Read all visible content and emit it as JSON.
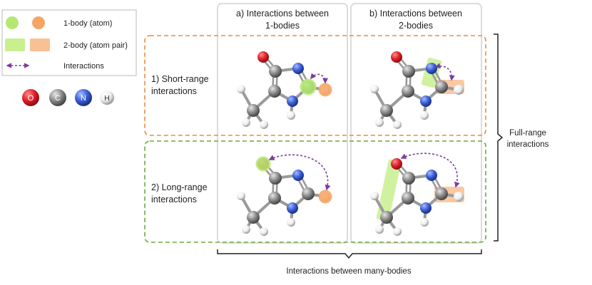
{
  "legend": {
    "one_body": "1-body (atom)",
    "two_body": "2-body (atom pair)",
    "interactions": "Interactions",
    "colors": {
      "green": "#b4e873",
      "orange": "#f7a564",
      "green_pair": "#c8f08f",
      "orange_pair": "#f9c094",
      "arrow": "#7b3f9e"
    }
  },
  "elements": {
    "oxygen": {
      "symbol": "O",
      "color": "#e0202a"
    },
    "carbon": {
      "symbol": "C",
      "color": "#8a8a8a"
    },
    "nitrogen": {
      "symbol": "N",
      "color": "#3a5fd6"
    },
    "hydrogen": {
      "symbol": "H",
      "color": "#f2f2f2"
    }
  },
  "columns": {
    "a_line1": "a) Interactions between",
    "a_line2": "1-bodies",
    "b_line1": "b) Interactions between",
    "b_line2": "2-bodies"
  },
  "rows": {
    "short_line1": "1) Short-range",
    "short_line2": "interactions",
    "long_line1": "2) Long-range",
    "long_line2": "interactions",
    "short_color": "#f0883e",
    "long_color": "#6aaa3a"
  },
  "right_label": {
    "line1": "Full-range",
    "line2": "interactions"
  },
  "bottom_label": "Interactions between many-bodies"
}
